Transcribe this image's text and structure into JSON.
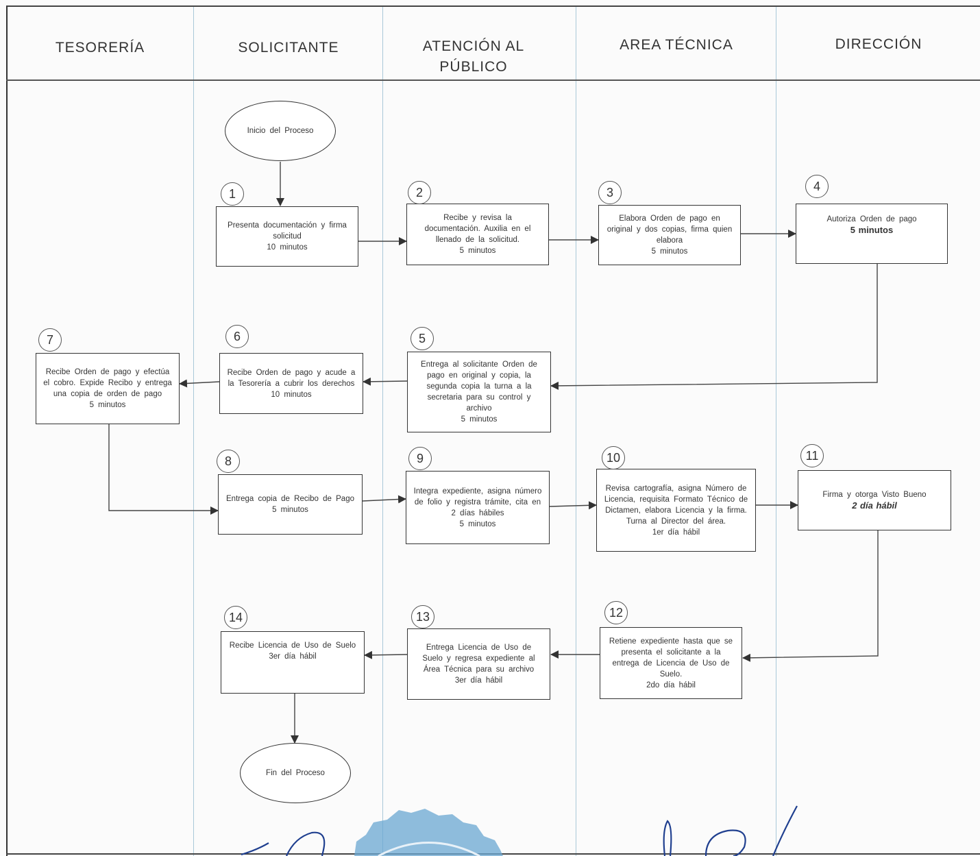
{
  "lanes": [
    "TESORERÍA",
    "SOLICITANTE",
    "ATENCIÓN AL\nPÚBLICO",
    "AREA TÉCNICA",
    "DIRECCIÓN"
  ],
  "start_label": "Inicio del Proceso",
  "end_label": "Fin del Proceso",
  "steps": {
    "s1": {
      "num": "1",
      "text": "Presenta documentación y firma solicitud\n10 minutos"
    },
    "s2": {
      "num": "2",
      "text": "Recibe y revisa la documentación. Auxilia en el llenado de la solicitud.\n5 minutos"
    },
    "s3": {
      "num": "3",
      "text": "Elabora Orden de pago en original y dos copias, firma quien elabora\n5 minutos"
    },
    "s4": {
      "num": "4",
      "text": "Autoriza Orden de pago",
      "time": "5 minutos"
    },
    "s5": {
      "num": "5",
      "text": "Entrega al solicitante Orden de pago en original y copia, la segunda copia la turna a la secretaria para su control y archivo\n5 minutos"
    },
    "s6": {
      "num": "6",
      "text": "Recibe Orden de pago y acude a la Tesorería a cubrir los derechos\n10 minutos"
    },
    "s7": {
      "num": "7",
      "text": "Recibe Orden de pago y efectúa el cobro. Expide Recibo y entrega una copia de orden de pago\n5 minutos"
    },
    "s8": {
      "num": "8",
      "text": "Entrega copia de Recibo de Pago\n5 minutos"
    },
    "s9": {
      "num": "9",
      "text": "Integra expediente, asigna número de folio y registra trámite, cita en 2 días hábiles\n5 minutos"
    },
    "s10": {
      "num": "10",
      "text": "Revisa cartografía, asigna Número de Licencia, requisita Formato Técnico de Dictamen, elabora Licencia y la firma. Turna al Director del área.\n1er día hábil"
    },
    "s11": {
      "num": "11",
      "text": "Firma y otorga Visto Bueno",
      "time": "2 día hábil"
    },
    "s12": {
      "num": "12",
      "text": "Retiene expediente hasta que se presenta el solicitante a la entrega de Licencia de Uso de Suelo.\n2do día hábil"
    },
    "s13": {
      "num": "13",
      "text": "Entrega Licencia de Uso de Suelo y regresa expediente al Área Técnica para su archivo\n3er día hábil"
    },
    "s14": {
      "num": "14",
      "text": "Recibe Licencia de Uso de Suelo\n3er día hábil"
    }
  },
  "colors": {
    "lane_line": "#a9c8d8",
    "border": "#333333",
    "seal": "#4f8fbf"
  }
}
